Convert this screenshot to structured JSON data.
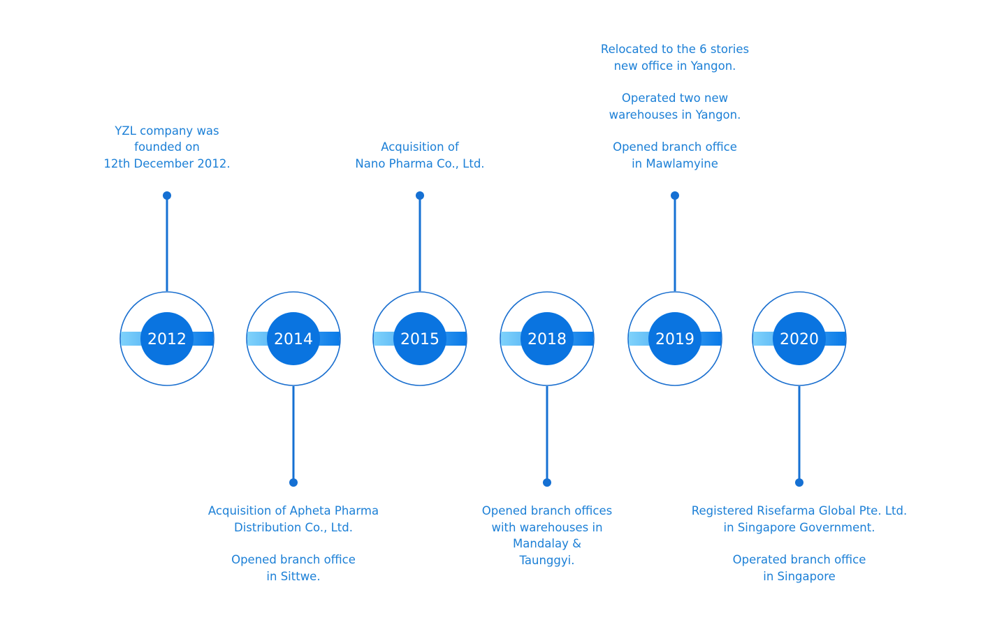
{
  "colors": {
    "bar_start": "#7fd2fb",
    "bar_end": "#0a7ae8",
    "disc": "#0a74e0",
    "ring": "#1a6fcf",
    "stem": "#1570d3",
    "text": "#1b7fd6"
  },
  "milestones": [
    {
      "year": "2012",
      "side": "top",
      "paragraphs": [
        "YZL company was\nfounded on\n12th December 2012."
      ]
    },
    {
      "year": "2014",
      "side": "bottom",
      "paragraphs": [
        "Acquisition of Apheta Pharma\nDistribution Co., Ltd.",
        "Opened branch office\nin Sittwe."
      ]
    },
    {
      "year": "2015",
      "side": "top",
      "paragraphs": [
        "Acquisition of\nNano Pharma Co., Ltd."
      ]
    },
    {
      "year": "2018",
      "side": "bottom",
      "paragraphs": [
        "Opened branch offices\nwith warehouses in\nMandalay &\nTaunggyi."
      ]
    },
    {
      "year": "2019",
      "side": "top",
      "paragraphs": [
        "Relocated to the 6 stories\nnew office in Yangon.",
        "Operated two new\nwarehouses in Yangon.",
        "Opened branch office\nin Mawlamyine"
      ]
    },
    {
      "year": "2020",
      "side": "bottom",
      "paragraphs": [
        "Registered Risefarma Global Pte. Ltd.\nin Singapore Government.",
        "Operated branch office\nin Singapore"
      ]
    }
  ]
}
